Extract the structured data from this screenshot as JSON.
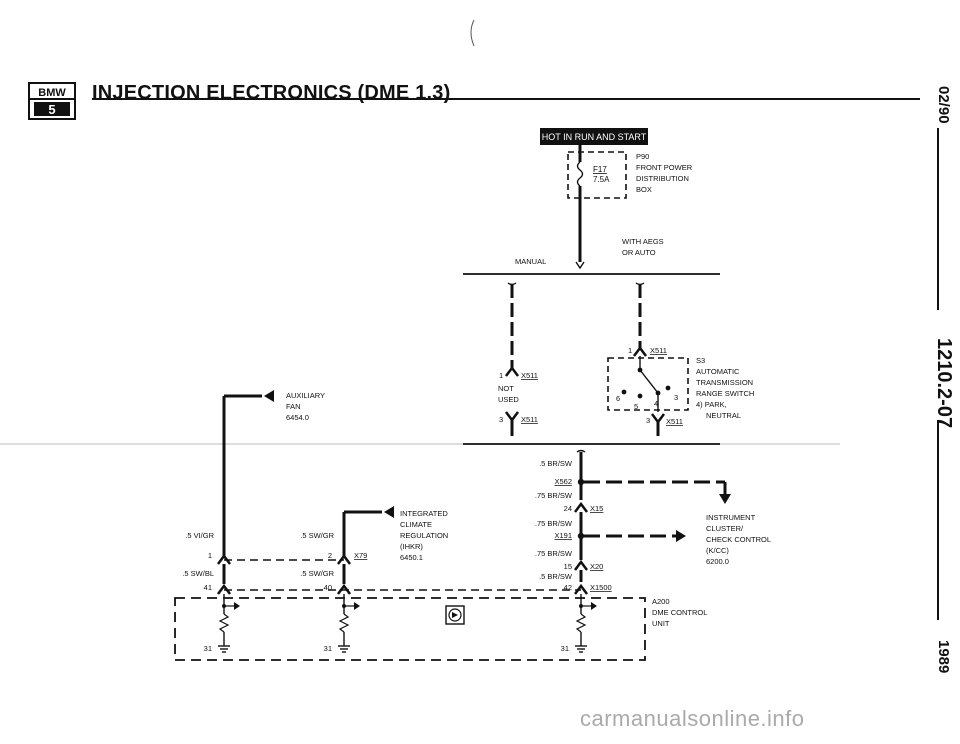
{
  "header": {
    "logo_top": "BMW",
    "logo_bottom": "5",
    "title": "INJECTION ELECTRONICS (DME 1.3)"
  },
  "side_text": {
    "date": "02/90",
    "code": "1210.2-07",
    "year": "1989"
  },
  "fuse_box": {
    "banner": "HOT IN RUN AND START",
    "fuse": "F17",
    "rating": "7.5A",
    "box_lines": [
      "P90",
      "FRONT POWER",
      "DISTRIBUTION",
      "BOX"
    ]
  },
  "branches": {
    "manual": "MANUAL",
    "auto_lines": [
      "WITH AEGS",
      "OR AUTO"
    ]
  },
  "not_used": {
    "pin_top": "1",
    "conn_top": "X511",
    "lines": [
      "NOT",
      "USED"
    ],
    "pin_bottom": "3",
    "conn_bottom": "X511"
  },
  "switch": {
    "pin_top": "1",
    "conn_top": "X511",
    "lines": [
      "S3",
      "AUTOMATIC",
      "TRANSMISSION",
      "RANGE SWITCH",
      "4)  PARK,",
      "NEUTRAL"
    ],
    "contacts": [
      "6",
      "5",
      "4",
      "3"
    ],
    "pin_bottom": "3",
    "conn_bottom": "X511"
  },
  "aux_fan": {
    "lines": [
      "AUXILIARY",
      "FAN",
      "6454.0"
    ]
  },
  "climate": {
    "lines": [
      "INTEGRATED",
      "CLIMATE",
      "REGULATION",
      "(IHKR)",
      "6450.1"
    ]
  },
  "instrument": {
    "lines": [
      "INSTRUMENT",
      "CLUSTER/",
      "CHECK CONTROL",
      "(K/CC)",
      "6200.0"
    ]
  },
  "dme": {
    "lines": [
      "A200",
      "DME CONTROL",
      "UNIT"
    ]
  },
  "wires": {
    "left_top": ".5 VI/GR",
    "left_pin_top": "1",
    "left_bottom": ".5 SW/BL",
    "left_pin_bottom": "41",
    "mid_top": ".5 SW/GR",
    "mid_pin_top": "2",
    "mid_conn": "X79",
    "mid_bottom": ".5 SW/GR",
    "mid_pin_bottom": "40",
    "r1": ".5 BR/SW",
    "r_splice1": "X562",
    "r2": ".75 BR/SW",
    "r_pin1": "24",
    "r_conn1": "X15",
    "r3": ".75 BR/SW",
    "r_splice2": "X191",
    "r4": ".75 BR/SW",
    "r_pin2": "15",
    "r_conn2": "X20",
    "r5": ".5 BR/SW",
    "r_pin3": "42",
    "r_conn3": "X1500",
    "ground_left": "31",
    "ground_mid": "31",
    "ground_right": "31"
  },
  "watermark": "carmanualsonline.info"
}
